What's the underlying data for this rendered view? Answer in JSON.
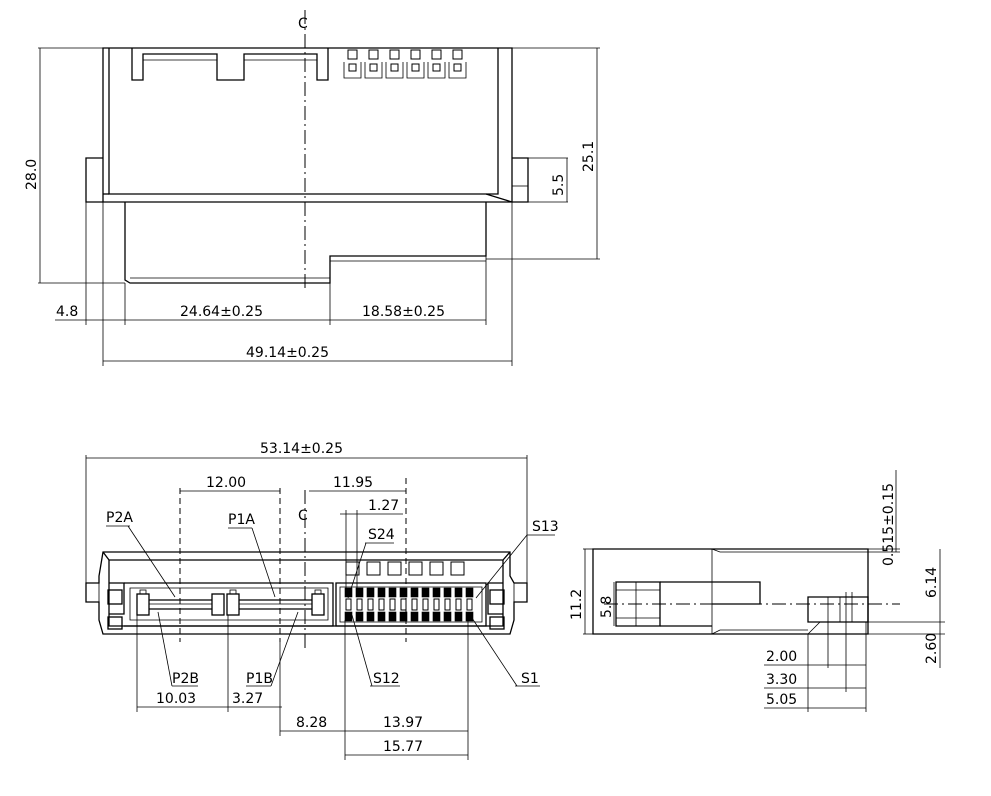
{
  "top_view": {
    "centerline": "C",
    "dims": {
      "height": "28.0",
      "height_right": "25.1",
      "tab": "5.5",
      "left_offset": "4.8",
      "seg_left": "24.64±0.25",
      "seg_right": "18.58±0.25",
      "overall": "49.14±0.25"
    }
  },
  "front_view": {
    "centerline": "C",
    "dims": {
      "overall": "53.14±0.25",
      "power_span": "12.00",
      "signal_offset": "11.95",
      "pitch": "1.27",
      "p2b_width": "10.03",
      "p1b_width": "3.27",
      "gap": "8.28",
      "sig_inner": "13.97",
      "sig_outer": "15.77"
    },
    "labels": {
      "p2a": "P2A",
      "p1a": "P1A",
      "s24": "S24",
      "s13": "S13",
      "p2b": "P2B",
      "p1b": "P1B",
      "s12": "S12",
      "s1": "S1"
    }
  },
  "side_view": {
    "dims": {
      "height": "11.2",
      "inner": "5.8",
      "tol": "0.515±0.15",
      "upper": "6.14",
      "lower": "2.60",
      "d1": "2.00",
      "d2": "3.30",
      "d3": "5.05"
    }
  }
}
